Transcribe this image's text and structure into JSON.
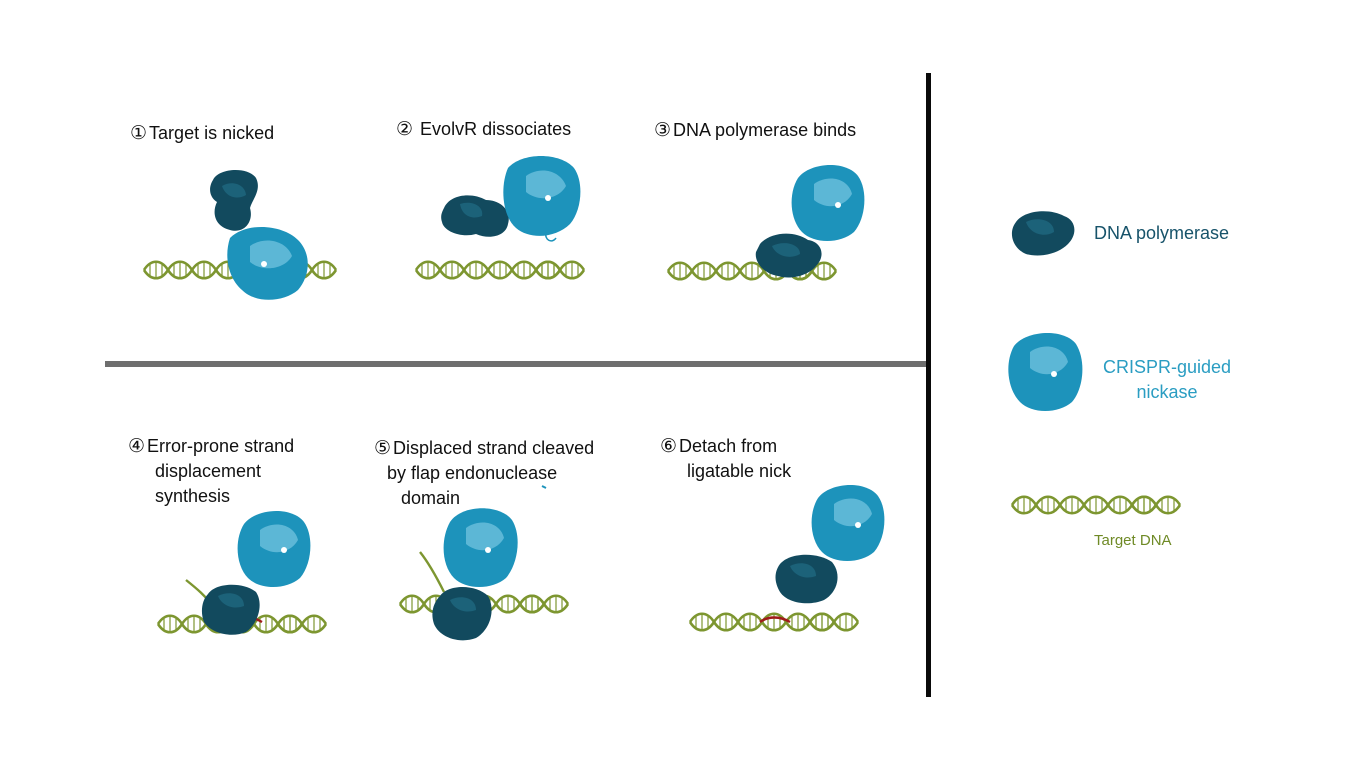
{
  "steps": [
    {
      "num": "①",
      "title_lines": [
        "Target is nicked"
      ]
    },
    {
      "num": "②",
      "title_lines": [
        " EvolvR dissociates"
      ]
    },
    {
      "num": "③",
      "title_lines": [
        "DNA polymerase binds"
      ]
    },
    {
      "num": "④",
      "title_lines": [
        "Error-prone strand",
        "displacement",
        "synthesis"
      ]
    },
    {
      "num": "⑤",
      "title_lines": [
        "Displaced strand cleaved",
        "by flap endonuclease",
        "domain"
      ]
    },
    {
      "num": "⑥",
      "title_lines": [
        "Detach from",
        "ligatable nick"
      ]
    }
  ],
  "legend": {
    "polymerase": {
      "label": "DNA polymerase",
      "color": "#17536a"
    },
    "nickase": {
      "label_lines": [
        "CRISPR-guided",
        "nickase"
      ],
      "color": "#2a9dc2"
    },
    "dna": {
      "label": "Target DNA",
      "color": "#6f8a26"
    }
  },
  "colors": {
    "polymerase_dark": "#124a5e",
    "polymerase_mid": "#1c6279",
    "nickase_main": "#1d93bb",
    "nickase_light": "#5cb7d6",
    "dna": "#7d9630",
    "mutation": "#a01a1a",
    "divider_h": "#6e6e6e",
    "divider_v": "#0a0a0a"
  }
}
